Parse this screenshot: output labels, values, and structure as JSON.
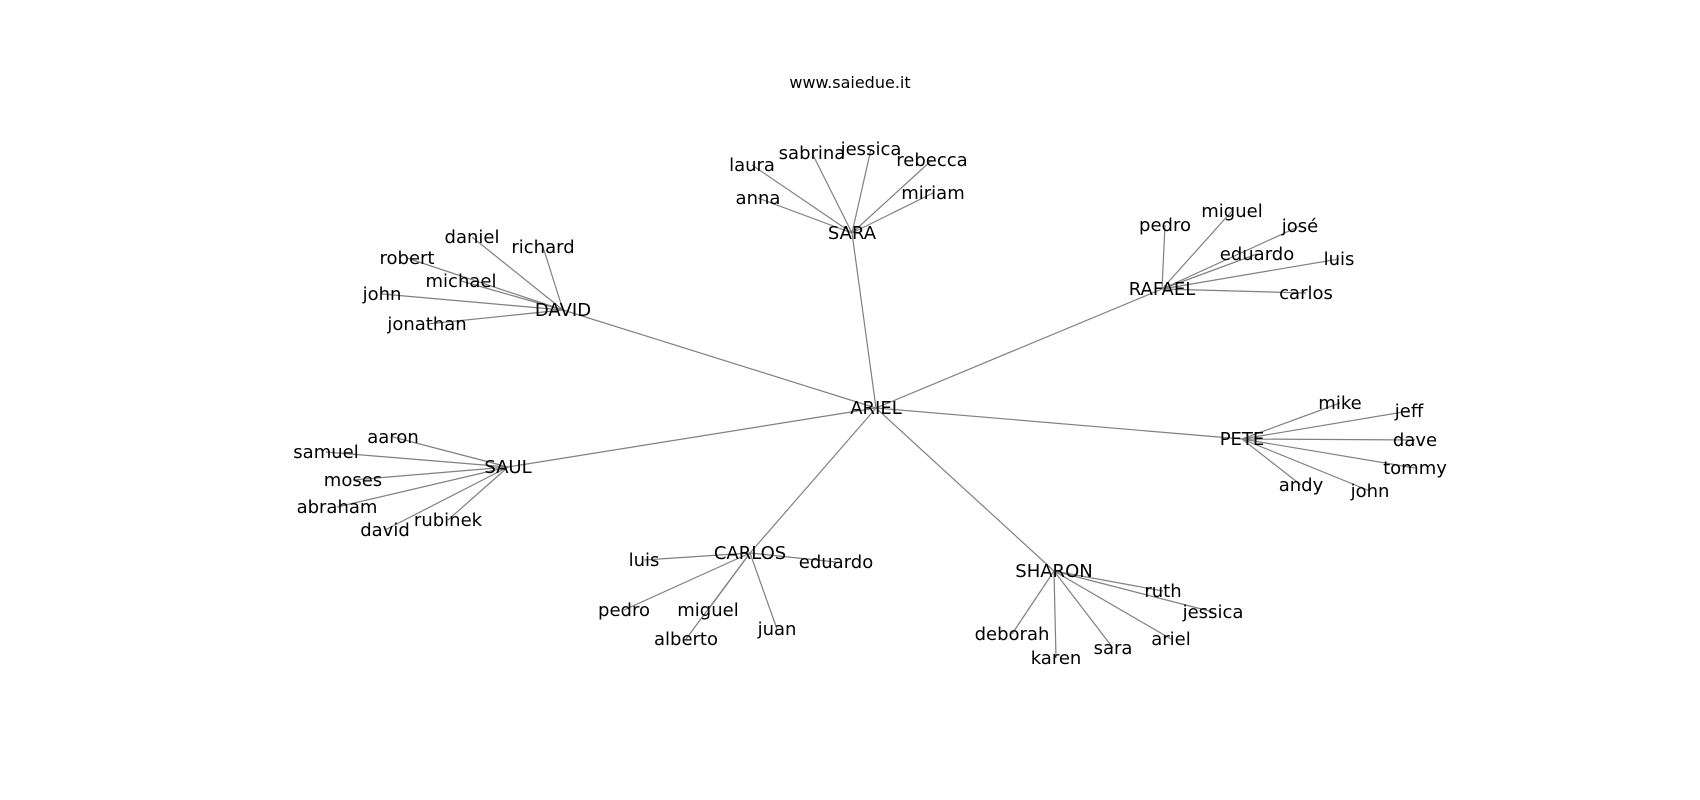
{
  "title": "www.saiedue.it",
  "colors": {
    "edge": "#808080",
    "text": "#000000",
    "background": "#ffffff"
  },
  "graph": {
    "root": "ARIEL",
    "hubs": [
      {
        "name": "SARA",
        "leaves": [
          "laura",
          "sabrina",
          "jessica",
          "rebecca",
          "anna",
          "miriam"
        ]
      },
      {
        "name": "DAVID",
        "leaves": [
          "daniel",
          "richard",
          "robert",
          "michael",
          "john",
          "jonathan"
        ]
      },
      {
        "name": "RAFAEL",
        "leaves": [
          "pedro",
          "miguel",
          "josé",
          "eduardo",
          "luis",
          "carlos"
        ]
      },
      {
        "name": "SAUL",
        "leaves": [
          "aaron",
          "samuel",
          "moses",
          "abraham",
          "david",
          "rubinek"
        ]
      },
      {
        "name": "PETE",
        "leaves": [
          "mike",
          "jeff",
          "dave",
          "tommy",
          "andy",
          "john"
        ]
      },
      {
        "name": "CARLOS",
        "leaves": [
          "luis",
          "eduardo",
          "pedro",
          "miguel",
          "alberto",
          "juan"
        ]
      },
      {
        "name": "SHARON",
        "leaves": [
          "ruth",
          "jessica",
          "deborah",
          "karen",
          "sara",
          "ariel"
        ]
      }
    ]
  }
}
